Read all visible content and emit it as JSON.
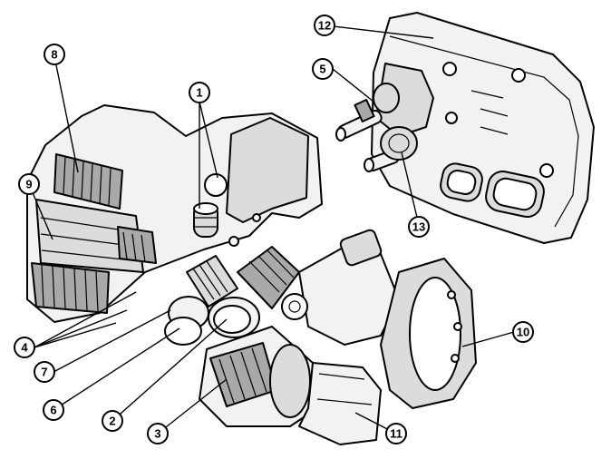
{
  "colors": {
    "fill_light": "#f2f2f2",
    "fill_mid": "#dcdcdc",
    "fill_dark": "#a9a9a9",
    "outline": "#000000"
  },
  "callouts": [
    {
      "id": "c1",
      "label": "1"
    },
    {
      "id": "c2",
      "label": "2"
    },
    {
      "id": "c3",
      "label": "3"
    },
    {
      "id": "c4",
      "label": "4"
    },
    {
      "id": "c5",
      "label": "5"
    },
    {
      "id": "c6",
      "label": "6"
    },
    {
      "id": "c7",
      "label": "7"
    },
    {
      "id": "c8",
      "label": "8"
    },
    {
      "id": "c9",
      "label": "9"
    },
    {
      "id": "c10",
      "label": "10"
    },
    {
      "id": "c11",
      "label": "11"
    },
    {
      "id": "c12",
      "label": "12"
    },
    {
      "id": "c13",
      "label": "13"
    }
  ]
}
